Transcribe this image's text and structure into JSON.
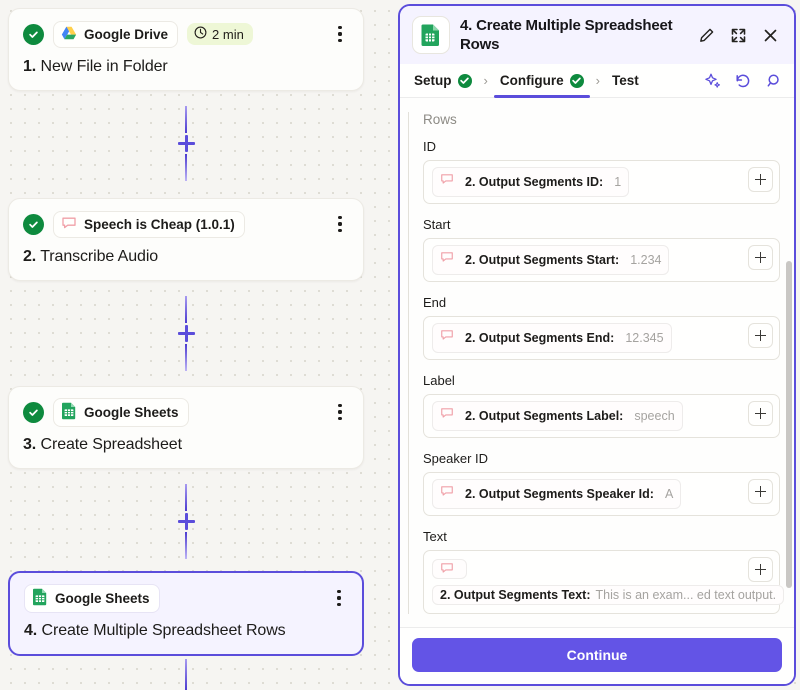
{
  "canvas": {
    "nodes": [
      {
        "app": "Google Drive",
        "app_icon": "google-drive-icon",
        "status_icon": "check-circle-icon",
        "badge": "2 min",
        "badge_icon": "clock-icon",
        "step_num": "1.",
        "title": "New File in Folder",
        "selected": false
      },
      {
        "app": "Speech is Cheap (1.0.1)",
        "app_icon": "speech-bubble-icon",
        "status_icon": "check-circle-icon",
        "badge": "",
        "step_num": "2.",
        "title": "Transcribe Audio",
        "selected": false
      },
      {
        "app": "Google Sheets",
        "app_icon": "google-sheets-icon",
        "status_icon": "check-circle-icon",
        "badge": "",
        "step_num": "3.",
        "title": "Create Spreadsheet",
        "selected": false
      },
      {
        "app": "Google Sheets",
        "app_icon": "google-sheets-icon",
        "status_icon": "",
        "badge": "",
        "step_num": "4.",
        "title": "Create Multiple Spreadsheet Rows",
        "selected": true
      }
    ],
    "connector_icon": "plus-icon"
  },
  "panel": {
    "header": {
      "app_icon": "google-sheets-icon",
      "step_num": "4.",
      "title": "Create Multiple Spreadsheet Rows",
      "edit_icon": "pencil-icon",
      "expand_icon": "expand-icon",
      "close_icon": "close-icon"
    },
    "tabs": [
      {
        "label": "Setup",
        "done": true,
        "active": false
      },
      {
        "label": "Configure",
        "done": true,
        "active": true
      },
      {
        "label": "Test",
        "done": false,
        "active": false
      }
    ],
    "tab_separator": "›",
    "tab_actions": [
      {
        "name": "ai-sparkle-icon"
      },
      {
        "name": "refresh-icon"
      },
      {
        "name": "search-icon"
      }
    ],
    "form": {
      "group_title": "Rows",
      "fields": [
        {
          "label": "ID",
          "token_label": "2. Output Segments ID:",
          "token_value": "1",
          "token_icon": "speech-bubble-icon",
          "add_icon": "plus-icon",
          "wrapped": false
        },
        {
          "label": "Start",
          "token_label": "2. Output Segments Start:",
          "token_value": "1.234",
          "token_icon": "speech-bubble-icon",
          "add_icon": "plus-icon",
          "wrapped": false
        },
        {
          "label": "End",
          "token_label": "2. Output Segments End:",
          "token_value": "12.345",
          "token_icon": "speech-bubble-icon",
          "add_icon": "plus-icon",
          "wrapped": false
        },
        {
          "label": "Label",
          "token_label": "2. Output Segments Label:",
          "token_value": "speech",
          "token_icon": "speech-bubble-icon",
          "add_icon": "plus-icon",
          "wrapped": false
        },
        {
          "label": "Speaker ID",
          "token_label": "2. Output Segments Speaker Id:",
          "token_value": "A",
          "token_icon": "speech-bubble-icon",
          "add_icon": "plus-icon",
          "wrapped": false
        },
        {
          "label": "Text",
          "token_label": "2. Output Segments Text:",
          "token_value": "This is an exam... ed text output.",
          "token_icon": "speech-bubble-icon",
          "add_icon": "plus-icon",
          "wrapped": true
        }
      ]
    },
    "footer": {
      "continue_label": "Continue"
    }
  },
  "colors": {
    "accent": "#5b4ddb",
    "button": "#6354e6",
    "success": "#0e8a3e",
    "selected_bg": "#f5f3ff",
    "badge_bg": "#eef7d6",
    "canvas_bg": "#f6f5f2"
  }
}
